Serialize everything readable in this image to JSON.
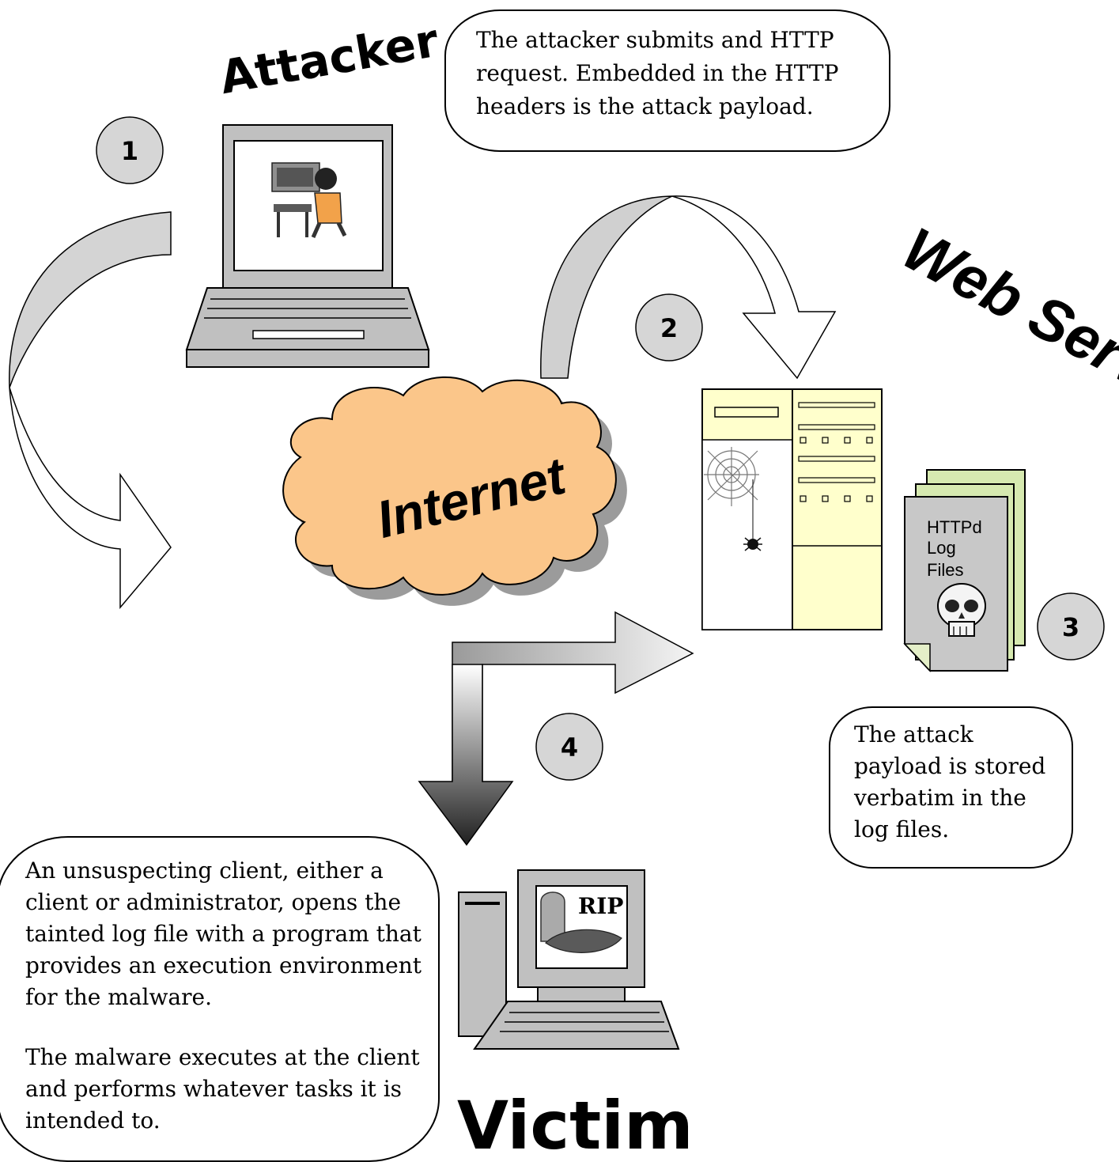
{
  "labels": {
    "attacker": "Attacker",
    "web_server": "Web Server",
    "internet": "Internet",
    "victim": "Victim",
    "log_files": [
      "HTTPd",
      "Log",
      "Files"
    ],
    "rip": "RIP"
  },
  "steps": [
    "1",
    "2",
    "3",
    "4"
  ],
  "callouts": {
    "attacker_request": "The attacker submits and HTTP request. Embedded in the HTTP headers is the attack payload.",
    "payload_stored": "The attack payload is stored verbatim in the log files.",
    "client_opens": "An unsuspecting client, either a client or administrator, opens the tainted log file with a program that provides an execution environment for the malware.",
    "malware_executes": "The malware executes at the client and performs whatever tasks it is intended to."
  },
  "colors": {
    "cloud_fill": "#fbc68a",
    "step_circle": "#d6d6d6",
    "server_panel": "#ffffcc",
    "log_page_back": "#d6e9b0",
    "log_page_front": "#c8c8c8",
    "device_gray": "#c0c0c0",
    "arrow_gray": "#d4d4d4"
  }
}
